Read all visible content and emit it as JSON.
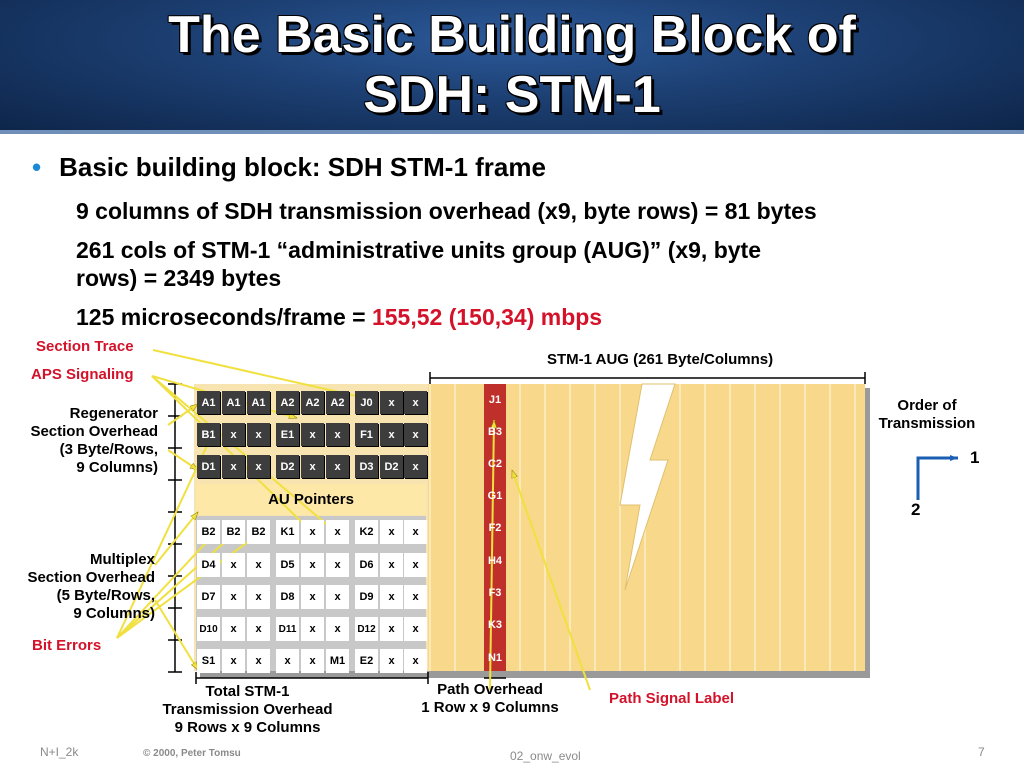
{
  "title": {
    "line1": "The Basic Building Block of",
    "line2": "SDH: STM-1"
  },
  "bullet": {
    "text": "Basic building block: SDH STM-1 frame",
    "color": "#1a8ad6"
  },
  "sublines": {
    "l1": "9 columns of SDH transmission overhead (x9, byte rows) = 81 bytes",
    "l2a": "261 cols of STM-1 “administrative units group (AUG)” (x9, byte",
    "l2b": "rows) = 2349 bytes",
    "l3a": "125 microseconds/frame = ",
    "l3b": "155,52 (150,34) mbps"
  },
  "labels": {
    "section_trace": "Section Trace",
    "aps_signaling": "APS Signaling",
    "regen": [
      "Regenerator",
      "Section Overhead",
      "(3 Byte/Rows,",
      "9 Columns)"
    ],
    "mux": [
      "Multiplex",
      "Section Overhead",
      "(5 Byte/Rows,",
      "9 Columns)"
    ],
    "bit_errors": "Bit Errors",
    "aug": "STM-1 AUG  (261 Byte/Columns)",
    "order": [
      "Order of",
      "Transmission"
    ],
    "order_1": "1",
    "order_2": "2",
    "total": [
      "Total STM-1",
      "Transmission Overhead",
      "9 Rows x 9 Columns"
    ],
    "path_oh": [
      "Path Overhead",
      "1 Row x 9 Columns"
    ],
    "path_signal": "Path Signal Label",
    "au_pointers": "AU Pointers"
  },
  "rsoh_rows": [
    [
      "A1",
      "A1",
      "A1",
      "A2",
      "A2",
      "A2",
      "J0",
      "x",
      "x"
    ],
    [
      "B1",
      "x",
      "x",
      "E1",
      "x",
      "x",
      "F1",
      "x",
      "x"
    ],
    [
      "D1",
      "x",
      "x",
      "D2",
      "x",
      "x",
      "D3",
      "D2",
      "x"
    ]
  ],
  "msoh_rows": [
    [
      "B2",
      "B2",
      "B2",
      "K1",
      "x",
      "x",
      "K2",
      "x",
      "x"
    ],
    [
      "D4",
      "x",
      "x",
      "D5",
      "x",
      "x",
      "D6",
      "x",
      "x"
    ],
    [
      "D7",
      "x",
      "x",
      "D8",
      "x",
      "x",
      "D9",
      "x",
      "x"
    ],
    [
      "D10",
      "x",
      "x",
      "D11",
      "x",
      "x",
      "D12",
      "x",
      "x"
    ],
    [
      "S1",
      "x",
      "x",
      "x",
      "x",
      "M1",
      "E2",
      "x",
      "x"
    ]
  ],
  "path_overhead": [
    "J1",
    "B3",
    "C2",
    "G1",
    "F2",
    "H4",
    "F3",
    "K3",
    "N1"
  ],
  "footer": {
    "left": "N+I_2k",
    "copyright": "© 2000, Peter Tomsu",
    "center": "02_onw_evol",
    "page": "7"
  },
  "colors": {
    "title_bg": "#1c3f72",
    "accent_red": "#d4122a",
    "cell_dark": "#3d3d3d",
    "path_oh": "#c0302a",
    "payload": "#f8d88a",
    "pointer_arrow": "#f0e040"
  }
}
